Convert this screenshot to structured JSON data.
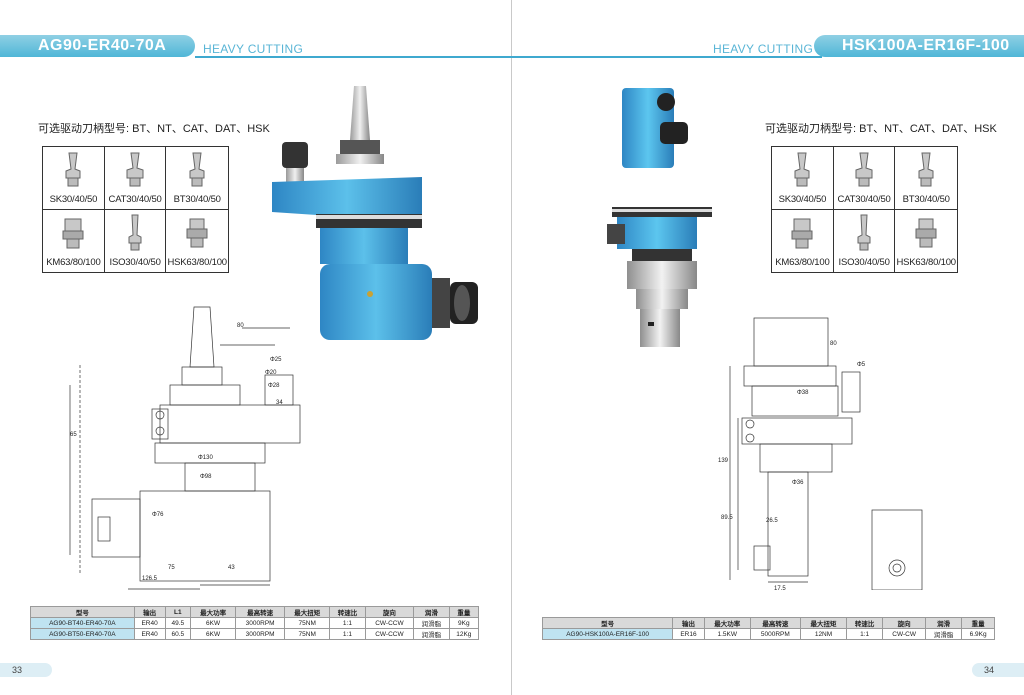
{
  "left": {
    "model": "AG90-ER40-70A",
    "subtitle": "HEAVY CUTTING",
    "optional_label": "可选驱动刀柄型号: BT、NT、CAT、DAT、HSK",
    "shanks": [
      {
        "label": "SK30/40/50",
        "icon": "taper-shank-icon"
      },
      {
        "label": "CAT30/40/50",
        "icon": "taper-shank-icon"
      },
      {
        "label": "BT30/40/50",
        "icon": "taper-shank-icon"
      },
      {
        "label": "KM63/80/100",
        "icon": "km-shank-icon"
      },
      {
        "label": "ISO30/40/50",
        "icon": "iso-shank-icon"
      },
      {
        "label": "HSK63/80/100",
        "icon": "hsk-shank-icon"
      }
    ],
    "table": {
      "headers": [
        "型号",
        "输出",
        "L1",
        "最大功率",
        "最高转速",
        "最大扭矩",
        "转速比",
        "旋向",
        "润滑",
        "重量"
      ],
      "rows": [
        [
          "AG90-BT40-ER40-70A",
          "ER40",
          "49.5",
          "6KW",
          "3000RPM",
          "75NM",
          "1:1",
          "CW-CCW",
          "润滑脂",
          "9Kg"
        ],
        [
          "AG90-BT50-ER40-70A",
          "ER40",
          "60.5",
          "6KW",
          "3000RPM",
          "75NM",
          "1:1",
          "CW-CCW",
          "润滑脂",
          "12Kg"
        ]
      ]
    },
    "drawing_dims": [
      "80",
      "Φ25",
      "Φ20",
      "Φ28",
      "34",
      "Φ130",
      "Φ98",
      "Φ76",
      "65",
      "126.5",
      "75",
      "43"
    ],
    "page_number": "33"
  },
  "right": {
    "model": "HSK100A-ER16F-100",
    "subtitle": "HEAVY CUTTING",
    "optional_label": "可选驱动刀柄型号: BT、NT、CAT、DAT、HSK",
    "shanks": [
      {
        "label": "SK30/40/50",
        "icon": "taper-shank-icon"
      },
      {
        "label": "CAT30/40/50",
        "icon": "taper-shank-icon"
      },
      {
        "label": "BT30/40/50",
        "icon": "taper-shank-icon"
      },
      {
        "label": "KM63/80/100",
        "icon": "km-shank-icon"
      },
      {
        "label": "ISO30/40/50",
        "icon": "iso-shank-icon"
      },
      {
        "label": "HSK63/80/100",
        "icon": "hsk-shank-icon"
      }
    ],
    "table": {
      "headers": [
        "型号",
        "输出",
        "最大功率",
        "最高转速",
        "最大扭矩",
        "转速比",
        "旋向",
        "润滑",
        "重量"
      ],
      "rows": [
        [
          "AG90-HSK100A-ER16F-100",
          "ER16",
          "1.5KW",
          "5000RPM",
          "12NM",
          "1:1",
          "CW-CW",
          "润滑脂",
          "6.9Kg"
        ]
      ]
    },
    "drawing_dims": [
      "80",
      "Φ5",
      "Φ38",
      "Φ36",
      "26.5",
      "89.5",
      "139",
      "17.5"
    ],
    "page_number": "34"
  },
  "colors": {
    "accent": "#4fb6d7",
    "subtitle": "#59b5d6",
    "table_header": "#d9d9d9",
    "model_cell": "#bfe3f1",
    "tool_body": "#3a9fd8"
  }
}
